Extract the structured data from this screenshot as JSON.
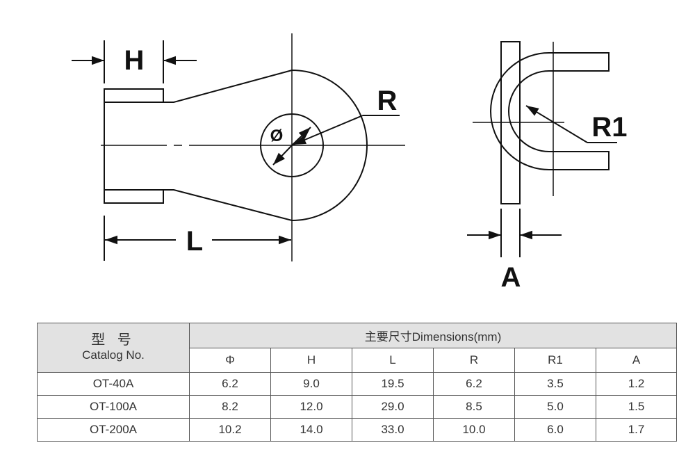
{
  "labels": {
    "H": "H",
    "L": "L",
    "R": "R",
    "R1": "R1",
    "A": "A",
    "phi_symbol": "Ø"
  },
  "table": {
    "catalog_header_cn": "型 号",
    "catalog_header_en": "Catalog No.",
    "dimensions_header": "主要尺寸Dimensions(mm)",
    "columns": [
      "Φ",
      "H",
      "L",
      "R",
      "R1",
      "A"
    ],
    "rows": [
      {
        "catalog": "OT-40A",
        "values": [
          "6.2",
          "9.0",
          "19.5",
          "6.2",
          "3.5",
          "1.2"
        ]
      },
      {
        "catalog": "OT-100A",
        "values": [
          "8.2",
          "12.0",
          "29.0",
          "8.5",
          "5.0",
          "1.5"
        ]
      },
      {
        "catalog": "OT-200A",
        "values": [
          "10.2",
          "14.0",
          "33.0",
          "10.0",
          "6.0",
          "1.7"
        ]
      }
    ]
  },
  "colors": {
    "line": "#111111",
    "header_bg": "#e2e2e2",
    "border": "#555555"
  }
}
